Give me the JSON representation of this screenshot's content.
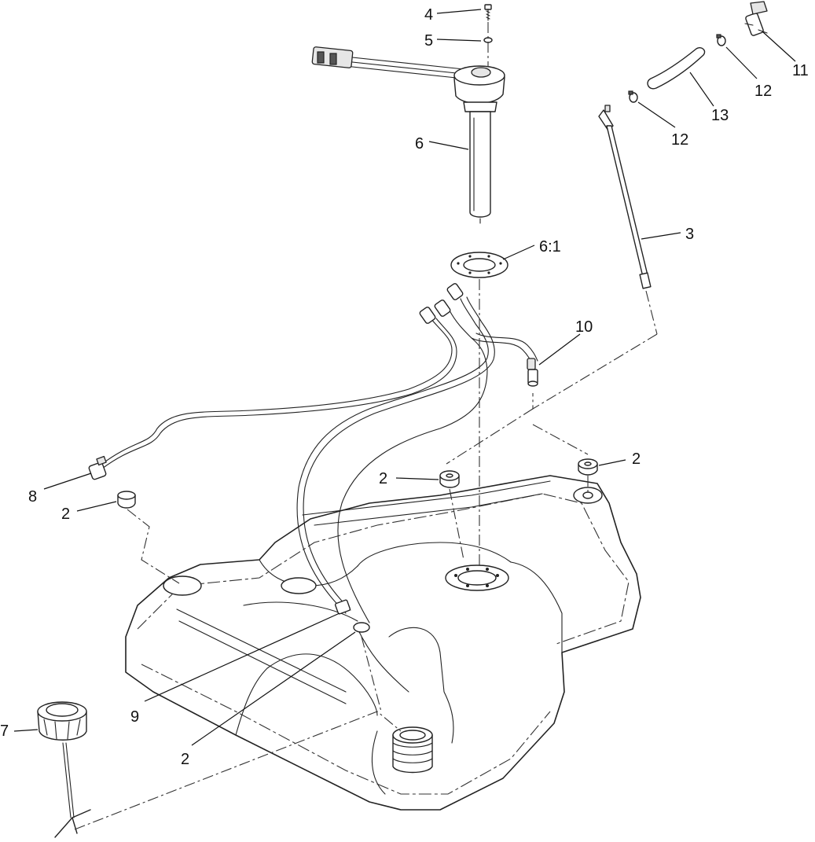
{
  "callouts": {
    "c4": "4",
    "c5": "5",
    "c6": "6",
    "c6_1": "6:1",
    "c3": "3",
    "c10": "10",
    "c11": "11",
    "c12a": "12",
    "c12b": "12",
    "c13": "13",
    "c2_top_left": "2",
    "c2_top_right": "2",
    "c2_left": "2",
    "c2_bottom": "2",
    "c8": "8",
    "c9": "9",
    "c7": "7"
  }
}
